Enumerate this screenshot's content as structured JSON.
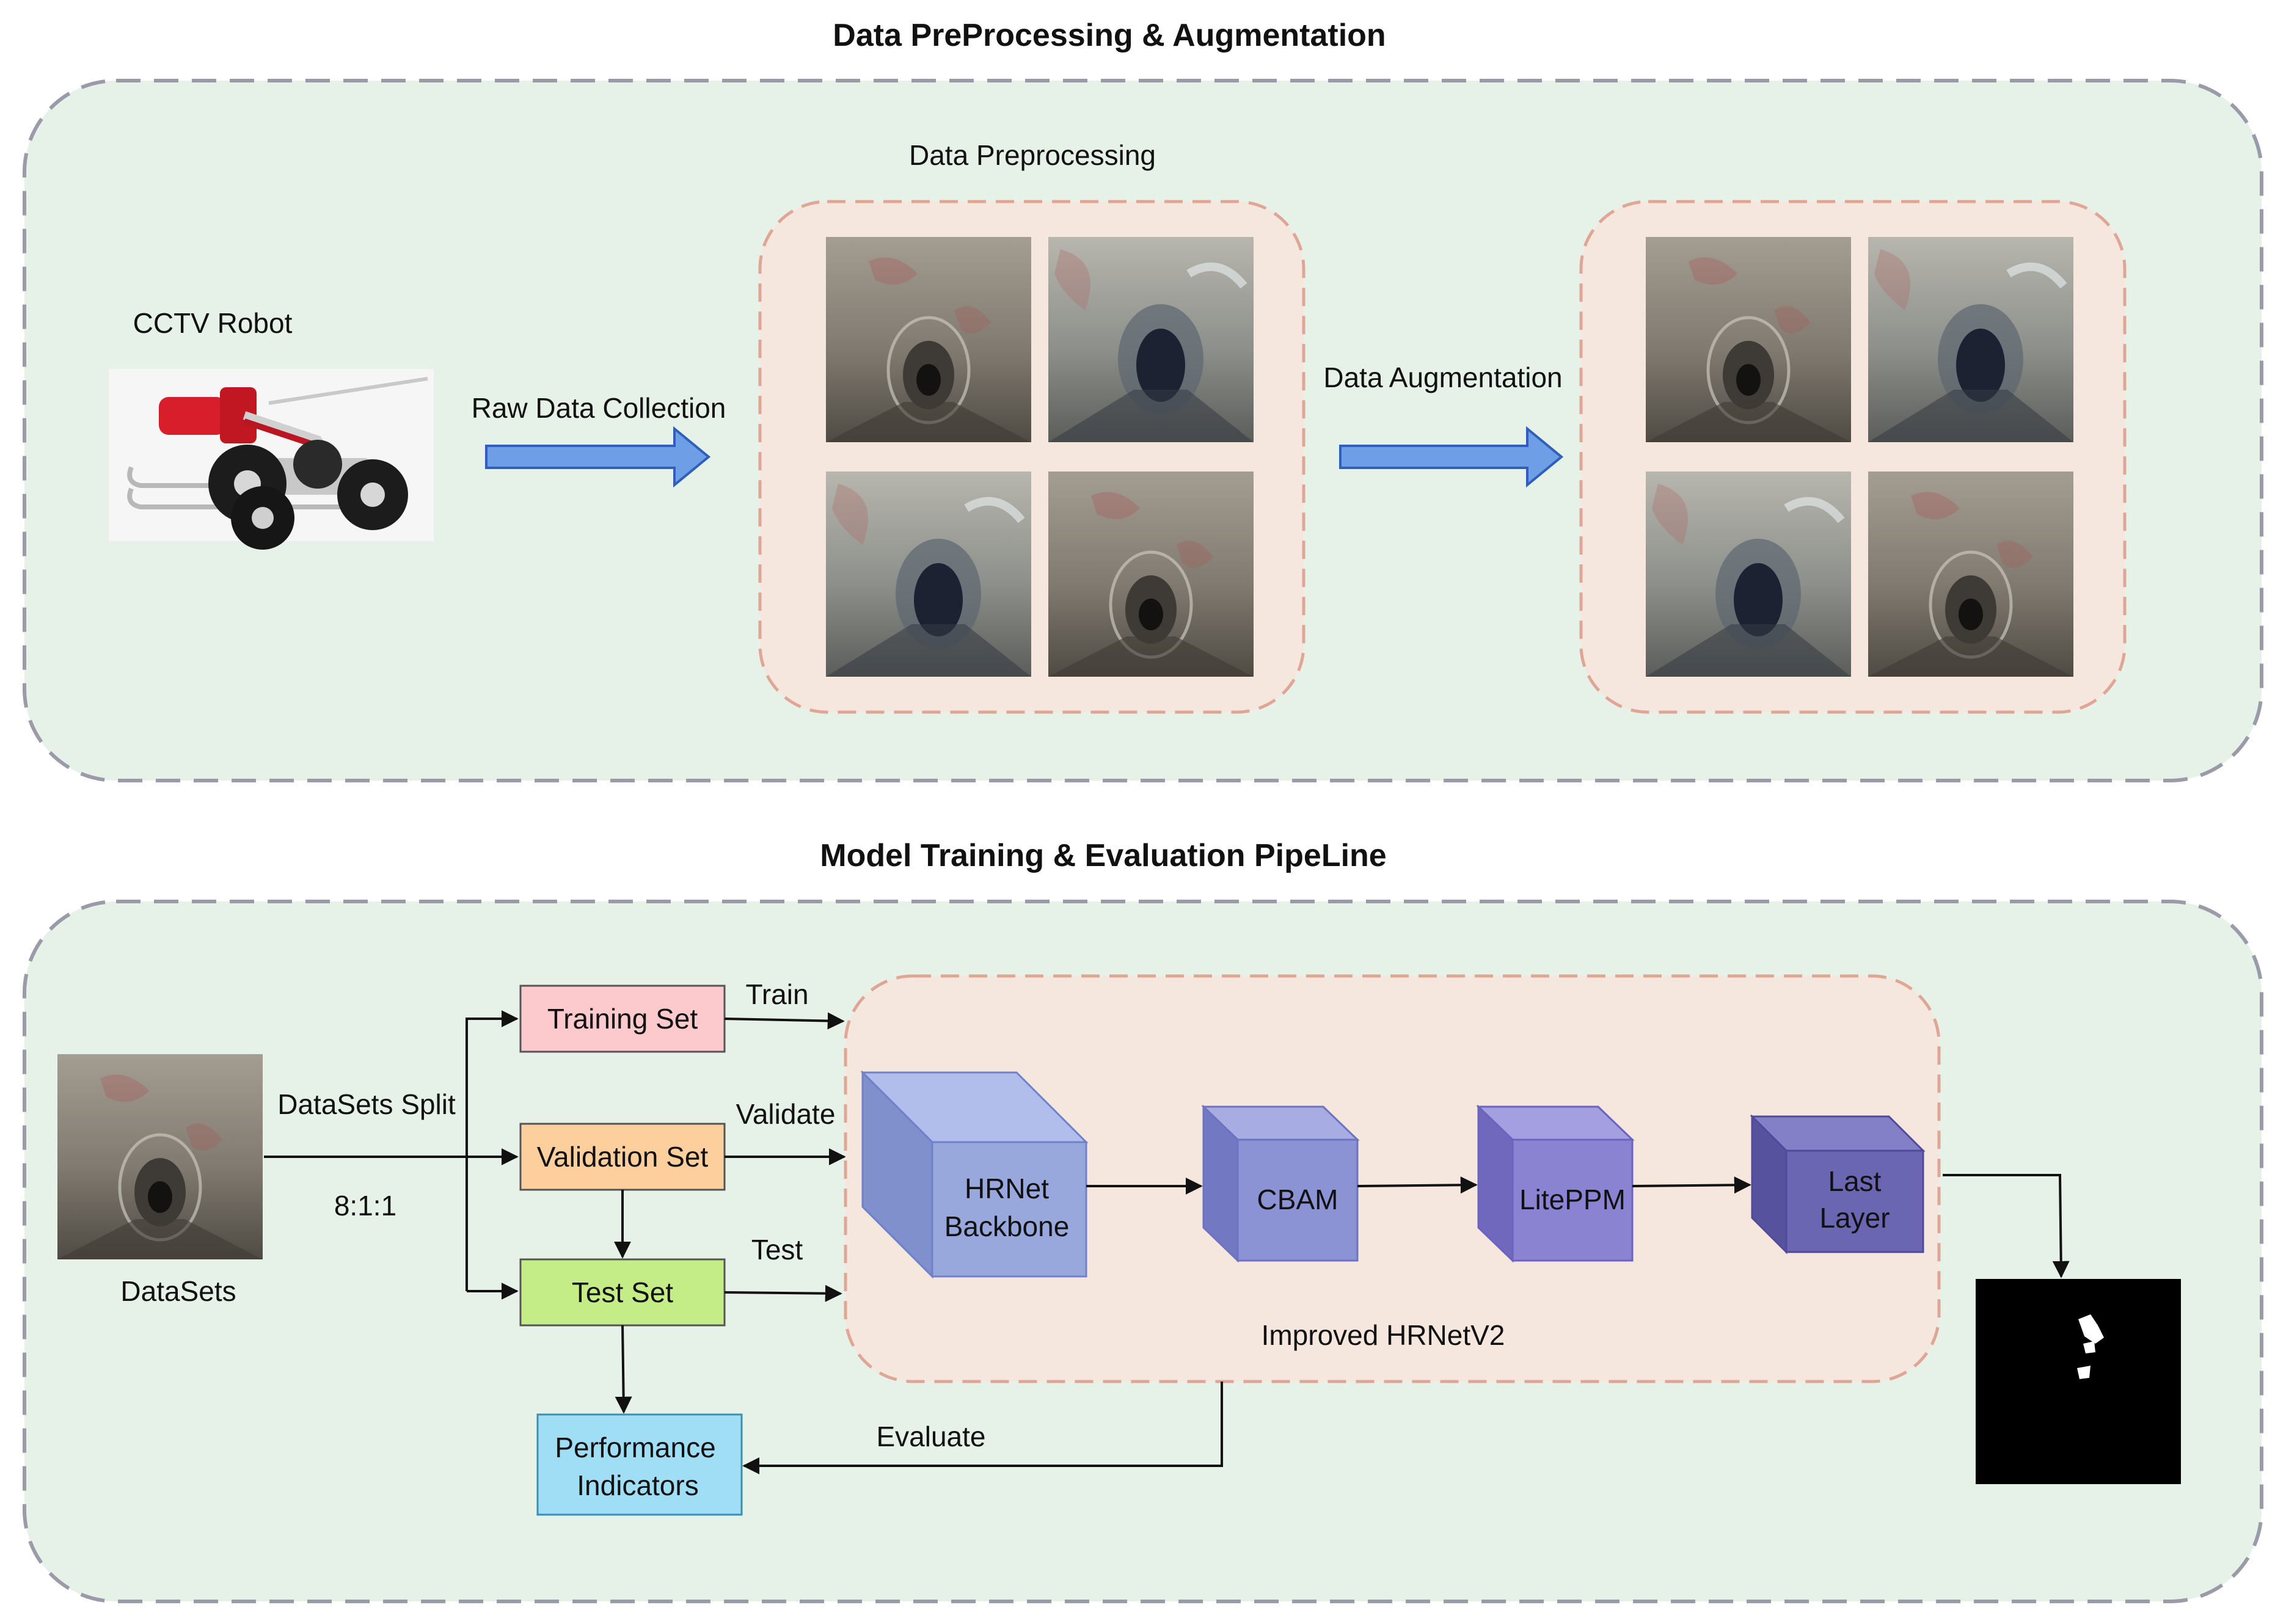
{
  "top": {
    "title": "Data PreProcessing & Augmentation",
    "robot_label": "CCTV Robot",
    "raw_label": "Raw Data Collection",
    "preprocess_label": "Data Preprocessing",
    "augment_label": "Data Augmentation"
  },
  "bottom": {
    "title": "Model Training & Evaluation PipeLine",
    "datasets_label": "DataSets",
    "split_label": "DataSets Split",
    "ratio": "8:1:1",
    "training_set": "Training Set",
    "validation_set": "Validation Set",
    "test_set": "Test Set",
    "train_label": "Train",
    "validate_label": "Validate",
    "test_label": "Test",
    "evaluate_label": "Evaluate",
    "performance": [
      "Performance",
      "Indicators"
    ],
    "model_label": "Improved HRNetV2",
    "hrnet": [
      "HRNet",
      "Backbone"
    ],
    "cbam": "CBAM",
    "liteppm": "LitePPM",
    "last_layer": [
      "Last",
      "Layer"
    ]
  },
  "colors": {
    "panel_bg": "#e6f1e8",
    "panel_border": "#9a9aa8",
    "inner_bg": "#f5e7de",
    "inner_border": "#e0a594",
    "arrow_fill": "#6d9ee6",
    "arrow_stroke": "#2f5fb8",
    "training": "#fcc9cc",
    "validation": "#fccf9c",
    "test": "#c4ed88",
    "performance": "#9fdef5",
    "hrnet": "#98a7dc",
    "cbam": "#8c93d4",
    "liteppm": "#8a83d2",
    "lastlayer": "#6a66b2"
  }
}
